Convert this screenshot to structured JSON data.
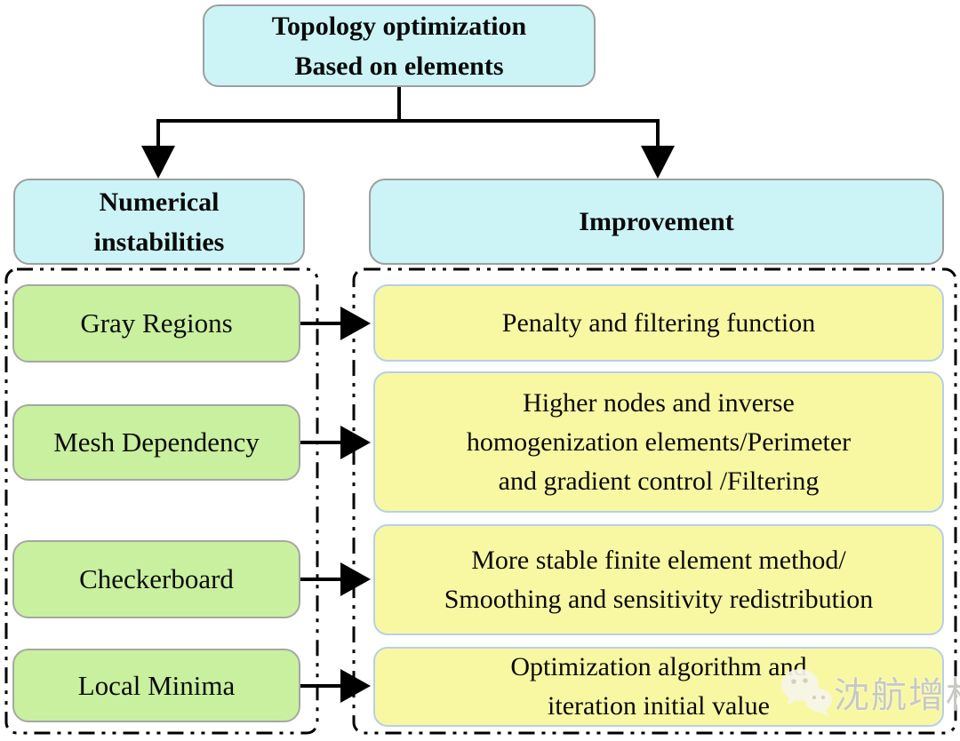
{
  "colors": {
    "root_box_fill": "#ccf4f6",
    "header_box_fill": "#ccf4f6",
    "problem_box_fill": "#c9f09e",
    "improvement_box_fill": "#f8f8a2",
    "improvement_box_border": "#b7cfe9",
    "gray_box_border": "#9e9e9e",
    "connector_color": "#000000",
    "watermark_text_color": "#c8c8c3"
  },
  "root_box": {
    "line1": "Topology optimization",
    "line2": "Based on elements"
  },
  "left_header": {
    "line1": "Numerical",
    "line2": "instabilities"
  },
  "right_header": {
    "label": "Improvement"
  },
  "rows": [
    {
      "problem": "Gray Regions",
      "improvement_lines": [
        "Penalty and filtering function"
      ]
    },
    {
      "problem": "Mesh Dependency",
      "improvement_lines": [
        "Higher nodes and inverse",
        "homogenization elements/Perimeter",
        "and gradient control /Filtering"
      ]
    },
    {
      "problem": "Checkerboard",
      "improvement_lines": [
        "More stable finite element method/",
        "Smoothing and sensitivity redistribution"
      ]
    },
    {
      "problem": "Local Minima",
      "improvement_lines": [
        "Optimization algorithm and",
        "iteration initial value"
      ]
    }
  ],
  "watermark": {
    "icon": "wechat-logo",
    "text": "沈航增材"
  }
}
